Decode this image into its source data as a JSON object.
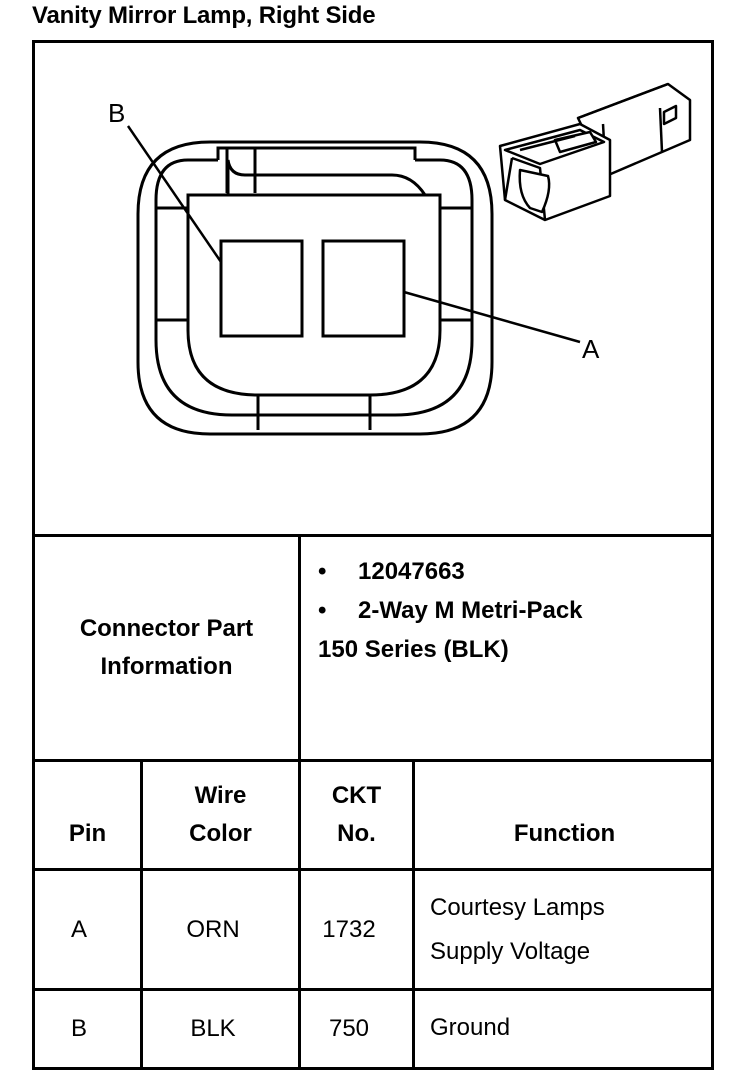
{
  "title": "Vanity Mirror Lamp, Right Side",
  "diagram": {
    "label_b": "B",
    "label_a": "A"
  },
  "part_info": {
    "label_line1": "Connector Part",
    "label_line2": "Information",
    "bullet_symbol": "•",
    "part_number": "12047663",
    "description_line1": "2-Way M Metri-Pack",
    "description_line2": "150 Series (BLK)"
  },
  "table": {
    "headers": {
      "pin": "Pin",
      "wire_color_line1": "Wire",
      "wire_color_line2": "Color",
      "ckt_line1": "CKT",
      "ckt_line2": "No.",
      "function": "Function"
    },
    "rows": [
      {
        "pin": "A",
        "wire_color": "ORN",
        "ckt": "1732",
        "function_line1": "Courtesy Lamps",
        "function_line2": "Supply Voltage"
      },
      {
        "pin": "B",
        "wire_color": "BLK",
        "ckt": "750",
        "function_line1": "Ground",
        "function_line2": ""
      }
    ]
  }
}
